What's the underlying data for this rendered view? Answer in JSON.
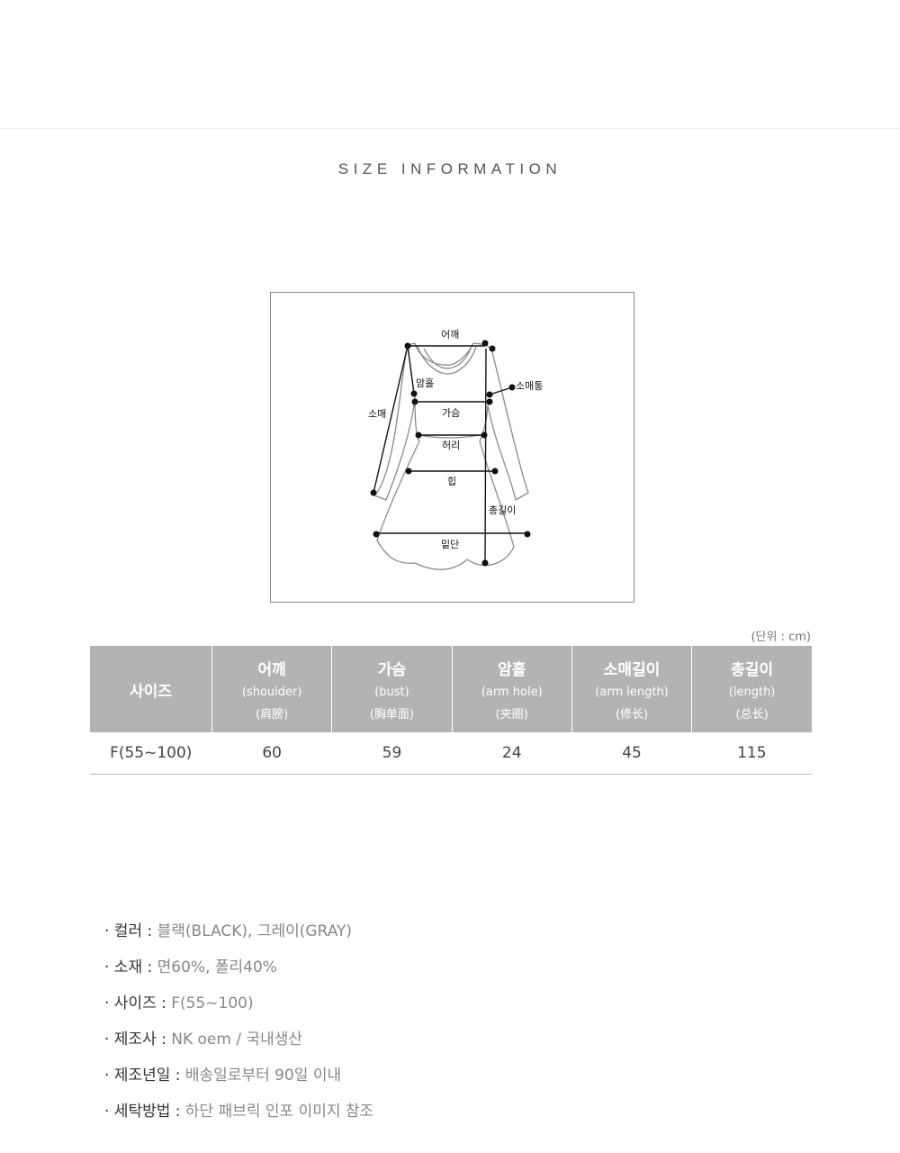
{
  "section_title": "SIZE INFORMATION",
  "diagram_labels": {
    "shoulder": "어깨",
    "armhole": "암홀",
    "sleeve_width": "소매통",
    "sleeve": "소매",
    "bust": "가슴",
    "waist": "허리",
    "hip": "힙",
    "total_length": "총길이",
    "hem": "밑단"
  },
  "unit_note": "(단위 : cm)",
  "table": {
    "size_header": "사이즈",
    "columns": [
      {
        "ko": "어깨",
        "en": "(shoulder)",
        "cn": "(肩膀)"
      },
      {
        "ko": "가슴",
        "en": "(bust)",
        "cn": "(胸单面)"
      },
      {
        "ko": "암홀",
        "en": "(arm hole)",
        "cn": "(夹圈)"
      },
      {
        "ko": "소매길이",
        "en": "(arm length)",
        "cn": "(修长)"
      },
      {
        "ko": "총길이",
        "en": "(length)",
        "cn": "(总长)"
      }
    ],
    "rows": [
      {
        "size": "F(55~100)",
        "values": [
          "60",
          "59",
          "24",
          "45",
          "115"
        ]
      }
    ]
  },
  "info": [
    {
      "key": "· 컬러 :",
      "value": "블랙(BLACK), 그레이(GRAY)"
    },
    {
      "key": "· 소재 :",
      "value": "면60%, 폴리40%"
    },
    {
      "key": "· 사이즈 :",
      "value": "F(55~100)"
    },
    {
      "key": "· 제조사 :",
      "value": "NK oem / 국내생산"
    },
    {
      "key": "· 제조년일 :",
      "value": "배송일로부터 90일 이내"
    },
    {
      "key": "· 세탁방법 :",
      "value": "하단 패브릭 인포 이미지 참조"
    }
  ]
}
